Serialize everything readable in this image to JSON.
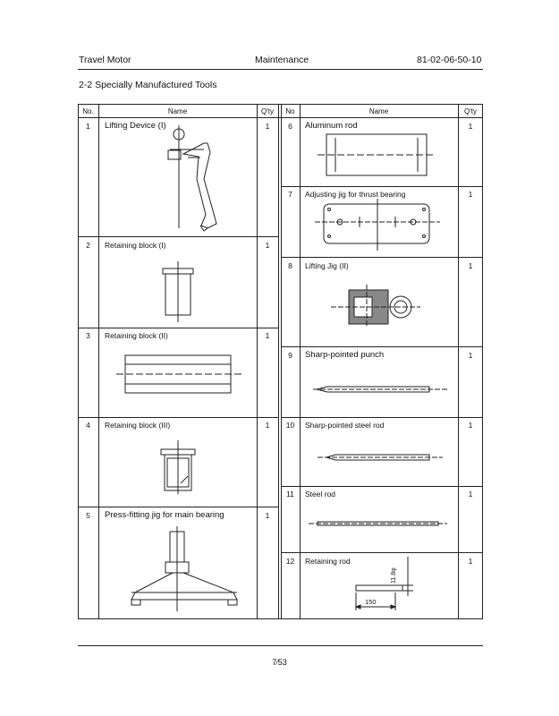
{
  "header": {
    "left": "Travel Motor",
    "center": "Maintenance",
    "right": "81-02-06-50-10"
  },
  "section_title": "2-2 Specially Manufactured Tools",
  "table": {
    "columns_left": [
      "No.",
      "Name",
      "Q'ty"
    ],
    "columns_right": [
      "No",
      "Name",
      "Q'ty"
    ],
    "left_items": [
      {
        "no": "1",
        "name": "Lifting Device (I)",
        "qty": "1"
      },
      {
        "no": "2",
        "name": "Retaining block (I)",
        "qty": "1"
      },
      {
        "no": "3",
        "name": "Retaining block (II)",
        "qty": "1"
      },
      {
        "no": "4",
        "name": "Retaining block (III)",
        "qty": "1"
      },
      {
        "no": "5",
        "name": "Press-fitting jig for main bearing",
        "qty": "1"
      }
    ],
    "right_items": [
      {
        "no": "6",
        "name": "Aluminum rod",
        "qty": "1"
      },
      {
        "no": "7",
        "name": "Adjusting jig for thrust bearing",
        "qty": "1"
      },
      {
        "no": "8",
        "name": "Lifting Jig (II)",
        "qty": "1"
      },
      {
        "no": "9",
        "name": "Sharp-pointed punch",
        "qty": "1"
      },
      {
        "no": "10",
        "name": "Sharp-pointed steel rod",
        "qty": "1"
      },
      {
        "no": "11",
        "name": "Steel rod",
        "qty": "1"
      },
      {
        "no": "12",
        "name": "Retaining rod",
        "qty": "1"
      }
    ],
    "dimension_labels": {
      "diameter": "11.8φ",
      "length": "150"
    }
  },
  "page_number": "7∕53"
}
